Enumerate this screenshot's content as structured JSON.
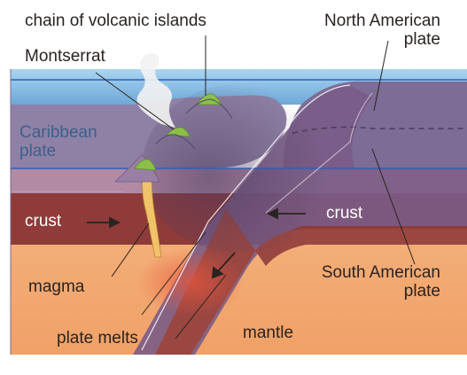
{
  "labels": {
    "chain_of_volcanic_islands": "chain of volcanic islands",
    "montserrat": "Montserrat",
    "north_american_plate_line1": "North American",
    "north_american_plate_line2": "plate",
    "caribbean_plate_line1": "Caribbean",
    "caribbean_plate_line2": "plate",
    "crust_left": "crust",
    "crust_right": "crust",
    "magma": "magma",
    "south_american_plate_line1": "South American",
    "south_american_plate_line2": "plate",
    "plate_melts": "plate melts",
    "mantle": "mantle"
  },
  "colors": {
    "ocean_top": "#8fc6ea",
    "ocean_bottom": "#6aa6d6",
    "caribbean_plate": "#8d7fa0",
    "north_american_plate": "#7a6a90",
    "lithosphere_band": "#b48ea0",
    "crust_red": "#8e3b3a",
    "mantle_orange": "#f0a06a",
    "mantle_light": "#f6c093",
    "magma_yellow": "#f0c36a",
    "island_green": "#8bbf4a",
    "line_blue": "#2f5fb8"
  }
}
